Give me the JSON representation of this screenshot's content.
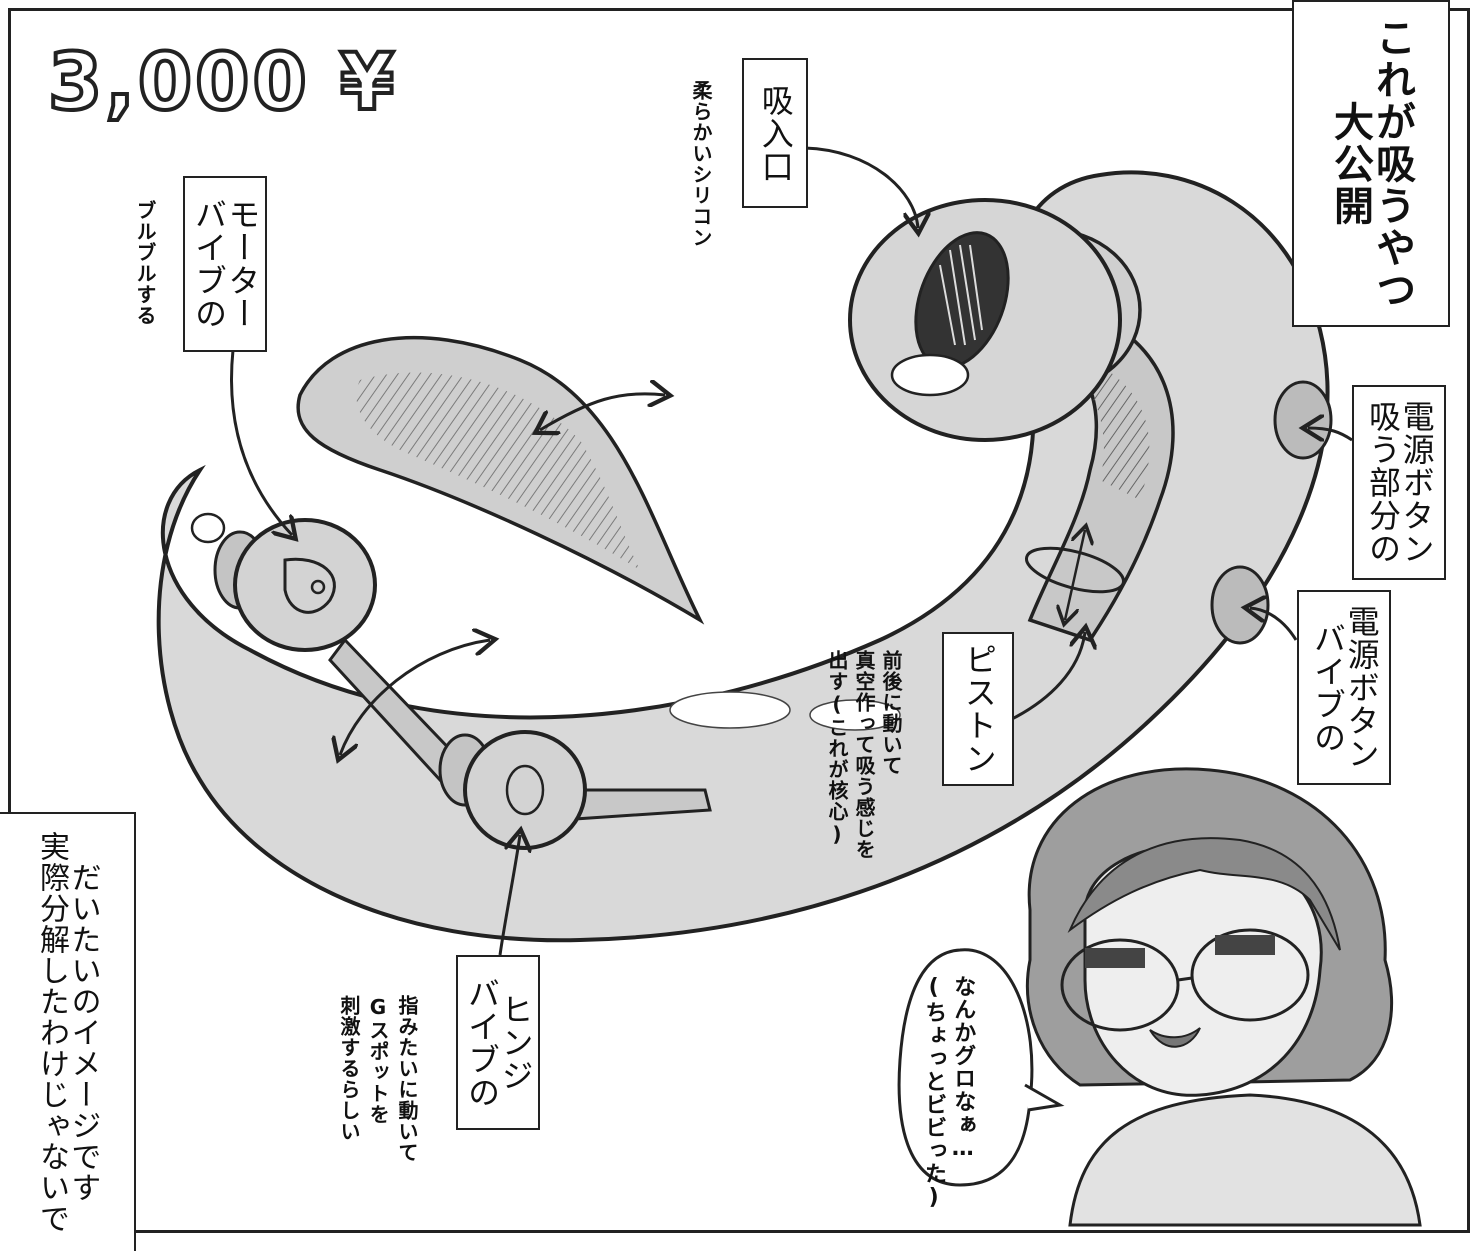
{
  "price": "3,000 ¥",
  "title": {
    "lines": [
      "大公開",
      "これが吸うやつ"
    ]
  },
  "labels": {
    "intake": "吸入口",
    "silicone": "柔らかいシリコン",
    "motor": [
      "バイブの",
      "モーター"
    ],
    "motor_note": "ブルブルする",
    "suck_power": [
      "吸う部分の",
      "電源ボタン"
    ],
    "vibe_power": [
      "バイブの",
      "電源ボタン"
    ],
    "piston": "ピストン",
    "piston_note": [
      "前後に動いて",
      "真空作って吸う感じを",
      "出す(これが核心)"
    ],
    "hinge": [
      "バイブの",
      "ヒンジ"
    ],
    "hinge_note": [
      "指みたいに動いて",
      "Gスポットを",
      "刺激するらしい"
    ]
  },
  "speech": [
    "なんかグロなぁ…",
    "(ちょっとビビった)"
  ],
  "caption": [
    "実際分解したわけじゃないで",
    "だいたいのイメージです"
  ]
}
